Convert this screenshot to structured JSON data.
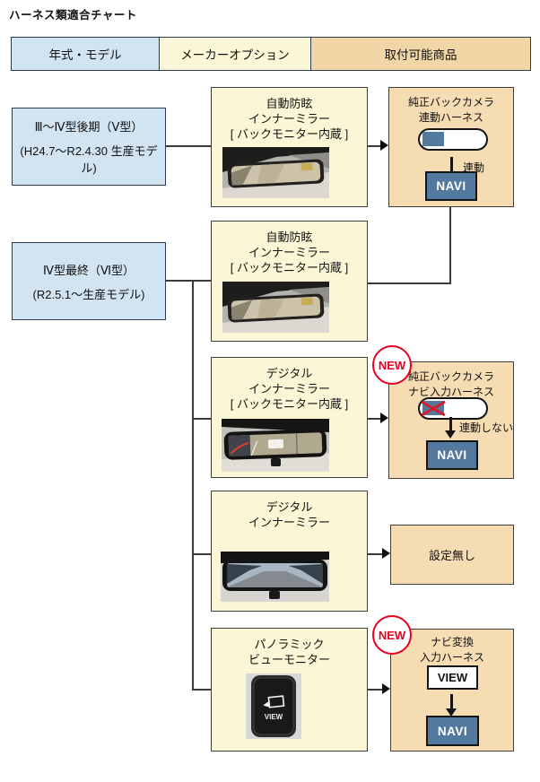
{
  "title": "ハーネス類適合チャート",
  "header": {
    "col_year_model": "年式・モデル",
    "col_maker_option": "メーカーオプション",
    "col_products": "取付可能商品"
  },
  "models": [
    {
      "line1": "Ⅲ～Ⅳ型後期（Ⅴ型）",
      "line2": "(H24.7～R2.4.30 生産モデル)"
    },
    {
      "line1": "Ⅳ型最終（Ⅵ型）",
      "line2": "(R2.5.1～生産モデル)"
    }
  ],
  "options": [
    {
      "line1": "自動防眩",
      "line2": "インナーミラー",
      "line3": "[ バックモニター内蔵 ]",
      "photo": "auto-dimming-inner-mirror-photo"
    },
    {
      "line1": "自動防眩",
      "line2": "インナーミラー",
      "line3": "[ バックモニター内蔵 ]",
      "photo": "auto-dimming-inner-mirror-photo"
    },
    {
      "line1": "デジタル",
      "line2": "インナーミラー",
      "line3": "[ バックモニター内蔵 ]",
      "photo": "digital-inner-mirror-backup-view-photo"
    },
    {
      "line1": "デジタル",
      "line2": "インナーミラー",
      "photo": "digital-inner-mirror-road-view-photo"
    },
    {
      "line1": "パノラミック",
      "line2": "ビューモニター",
      "photo": "panoramic-view-button-photo",
      "view_button_label": "VIEW"
    }
  ],
  "products": [
    {
      "line1": "純正バックカメラ",
      "line2": "連動ハーネス",
      "arrow_label": "連動",
      "navi_label": "NAVI"
    },
    {
      "badge": "NEW",
      "line1": "純正バックカメラ",
      "line2": "ナビ入力ハーネス",
      "arrow_label": "連動しない",
      "navi_label": "NAVI"
    },
    {
      "line1": "設定無し"
    },
    {
      "badge": "NEW",
      "line1": "ナビ変換",
      "line2": "入力ハーネス",
      "view_label": "VIEW",
      "navi_label": "NAVI"
    }
  ],
  "colors": {
    "model_fill": "#d2e4f1",
    "option_fill": "#fbf7d6",
    "product_fill": "#f6dcb3",
    "navi_fill": "#54799f",
    "new_badge": "#e50020",
    "line": "#3b3b3b"
  }
}
